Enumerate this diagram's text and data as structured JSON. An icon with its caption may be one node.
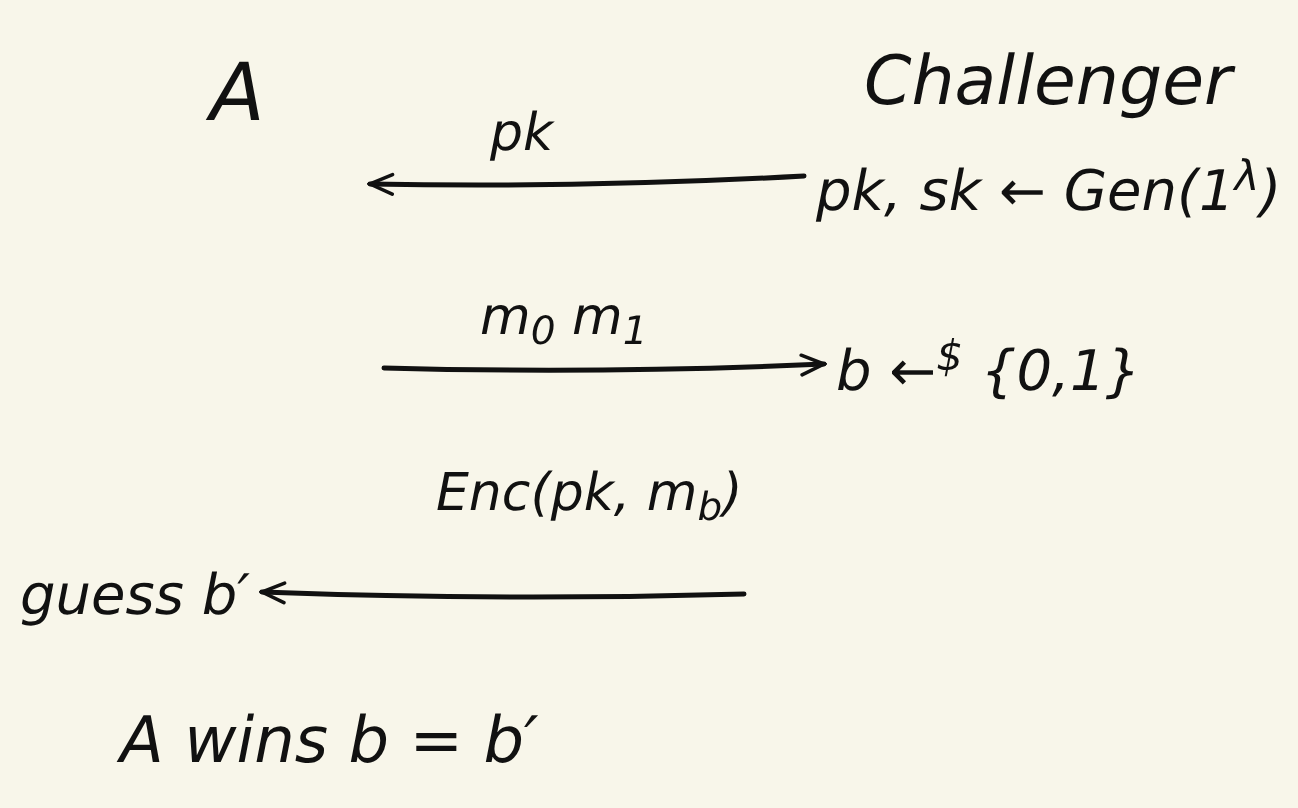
{
  "diagram": {
    "nodes": [
      {
        "text": [
          "A"
        ]
      },
      {
        "text": [
          "Challenger"
        ]
      },
      {
        "text": [
          "pk, sk ← Gen(1$^{λ}$)"
        ]
      },
      {
        "text": [
          "b ←$^{$}$ {0,1}"
        ]
      },
      {
        "text": [
          "guess b′"
        ]
      },
      {
        "text": [
          "A wins b = b′"
        ]
      }
    ],
    "edges": [
      {
        "from": 2,
        "to": null,
        "arrow": "to",
        "label": "pk"
      },
      {
        "from": null,
        "to": 3,
        "arrow": "to",
        "label": "m$_{0}$ m$_{1}$"
      },
      {
        "from": null,
        "to": 4,
        "arrow": "to",
        "label": "Enc(pk, m$_{b}$)"
      }
    ]
  }
}
